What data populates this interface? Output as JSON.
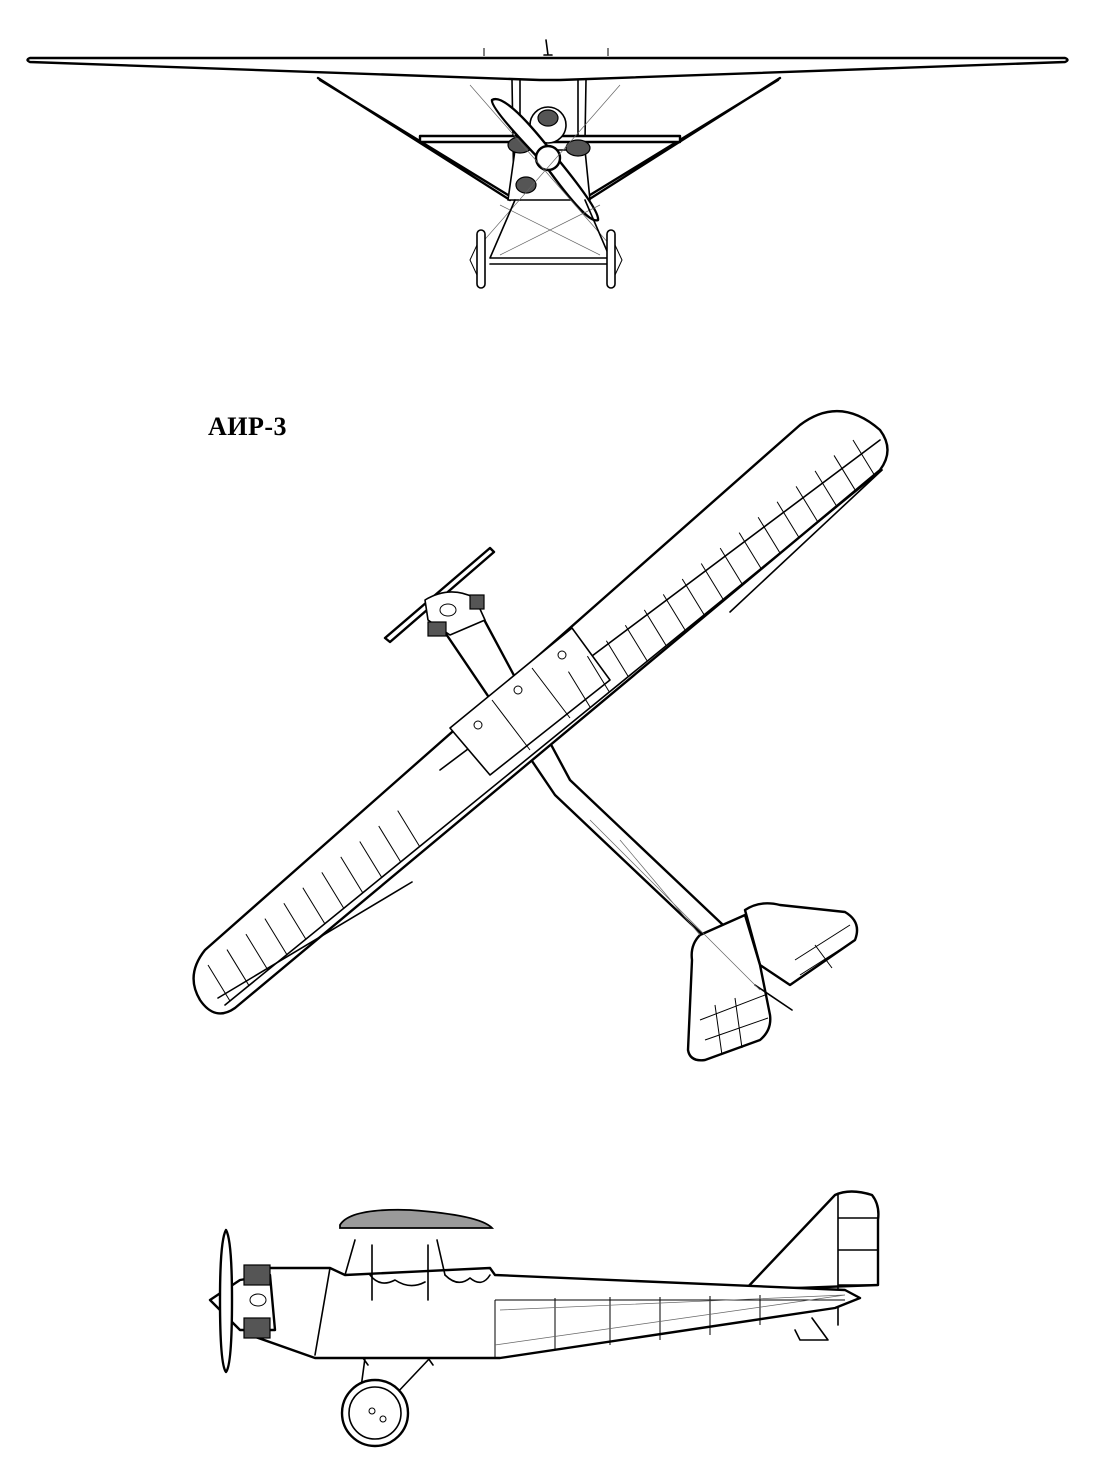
{
  "title": "АИР-3",
  "views": [
    "front",
    "top",
    "side"
  ]
}
